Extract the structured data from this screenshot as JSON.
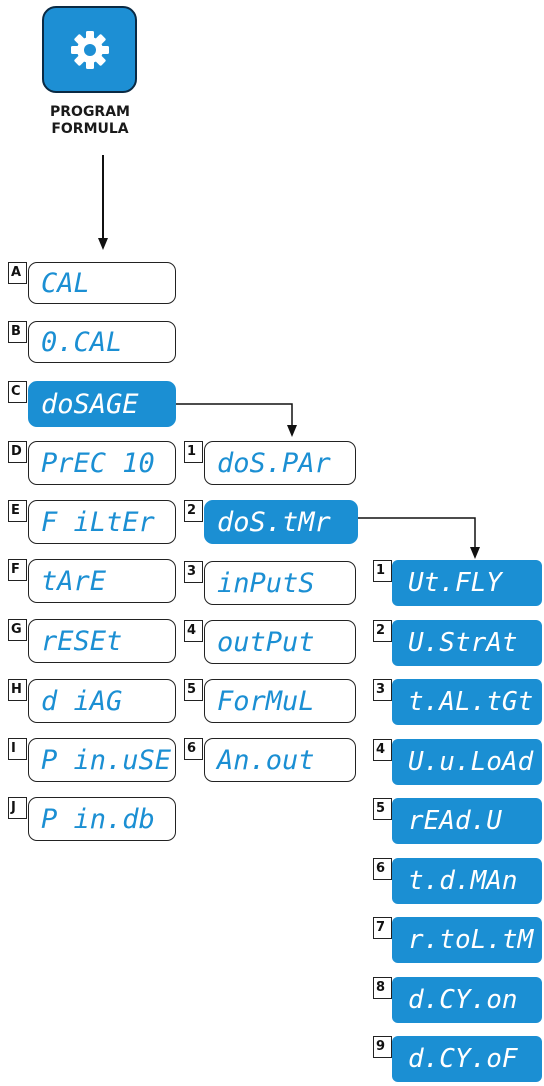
{
  "header": {
    "icon": "gear-icon",
    "title_line1": "PROGRAM",
    "title_line2": "FORMULA"
  },
  "colors": {
    "accent": "#1b8fd3",
    "icon_bg": "#1d8fd4",
    "border": "#222222"
  },
  "col1": [
    {
      "tag": "A",
      "label": "CAL",
      "selected": false
    },
    {
      "tag": "B",
      "label": "0.CAL",
      "selected": false
    },
    {
      "tag": "C",
      "label": "doSAGE",
      "selected": true
    },
    {
      "tag": "D",
      "label": "PrEC 10",
      "selected": false
    },
    {
      "tag": "E",
      "label": "F iLtEr",
      "selected": false
    },
    {
      "tag": "F",
      "label": "tArE",
      "selected": false
    },
    {
      "tag": "G",
      "label": "rESEt",
      "selected": false
    },
    {
      "tag": "H",
      "label": "d iAG",
      "selected": false
    },
    {
      "tag": "I",
      "label": "P in.uSE",
      "selected": false
    },
    {
      "tag": "J",
      "label": "P in.db",
      "selected": false
    }
  ],
  "col2": [
    {
      "tag": "1",
      "label": "doS.PAr",
      "selected": false
    },
    {
      "tag": "2",
      "label": "doS.tMr",
      "selected": true
    },
    {
      "tag": "3",
      "label": "inPutS",
      "selected": false
    },
    {
      "tag": "4",
      "label": "outPut",
      "selected": false
    },
    {
      "tag": "5",
      "label": "ForMuL",
      "selected": false
    },
    {
      "tag": "6",
      "label": "An.out",
      "selected": false
    }
  ],
  "col3": [
    {
      "tag": "1",
      "label": "Ut.FLY"
    },
    {
      "tag": "2",
      "label": "U.StrAt"
    },
    {
      "tag": "3",
      "label": "t.AL.tGt"
    },
    {
      "tag": "4",
      "label": "U.u.LoAd"
    },
    {
      "tag": "5",
      "label": "rEAd.U"
    },
    {
      "tag": "6",
      "label": "t.d.MAn"
    },
    {
      "tag": "7",
      "label": "r.toL.tM"
    },
    {
      "tag": "8",
      "label": "d.CY.on"
    },
    {
      "tag": "9",
      "label": "d.CY.oF"
    }
  ]
}
